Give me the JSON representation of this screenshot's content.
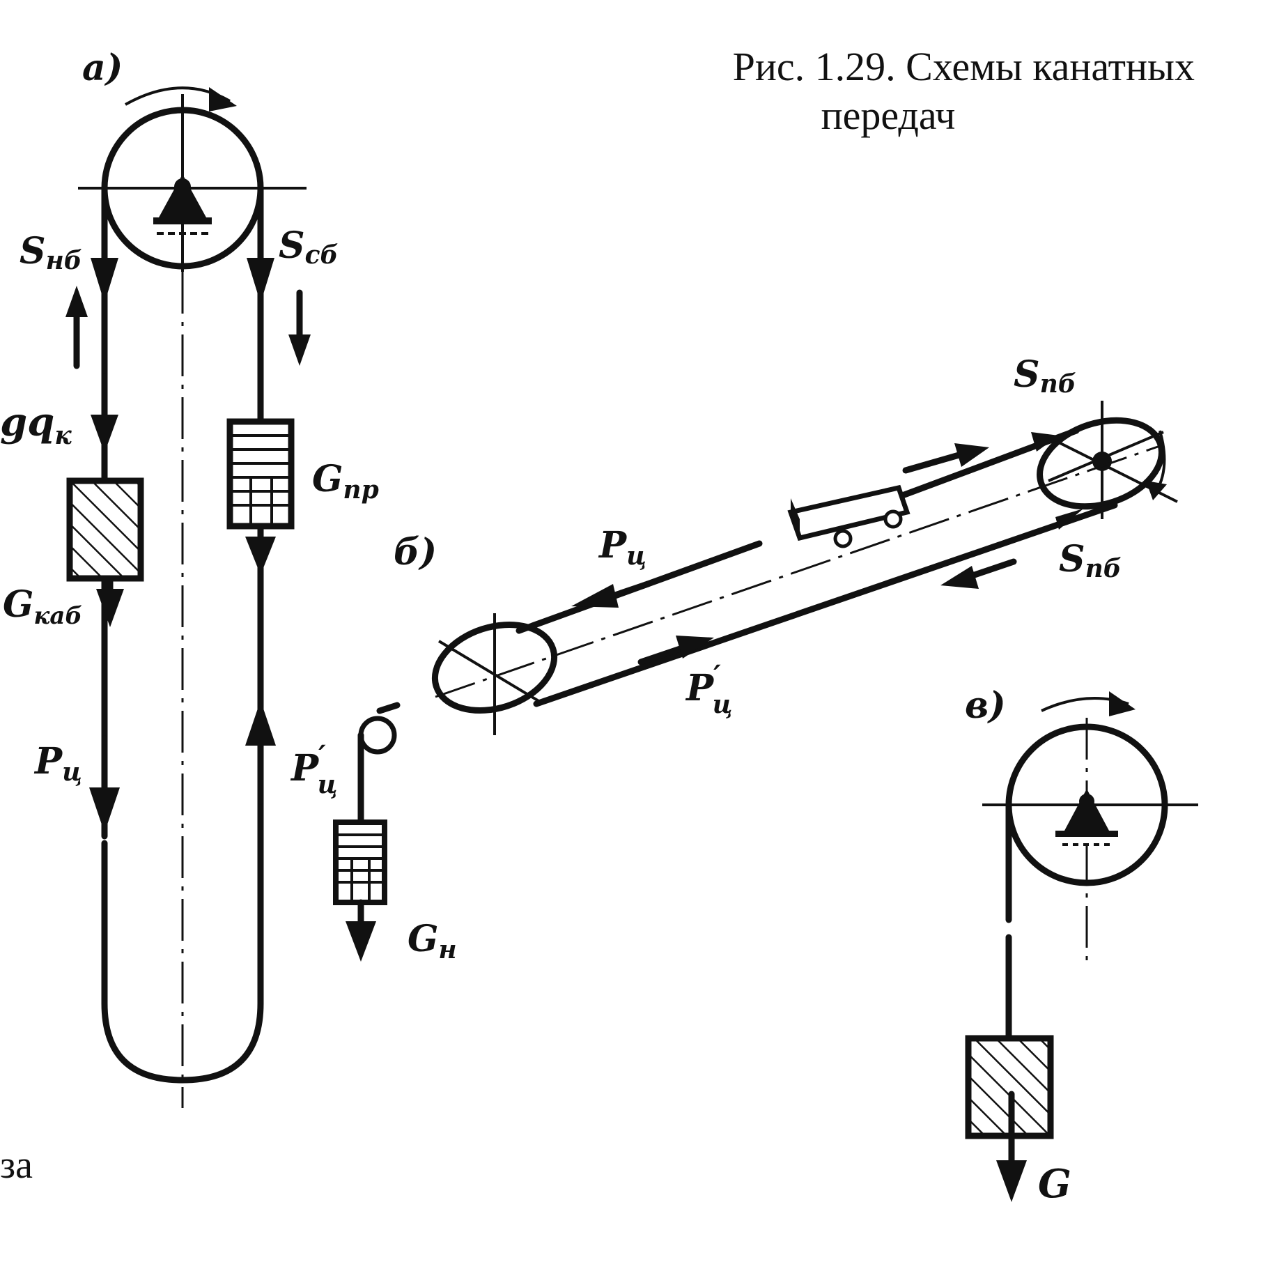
{
  "caption": {
    "line1": "Рис. 1.29. Схемы канатных",
    "line2": "передач"
  },
  "fragment_text": "за",
  "panels": {
    "a": {
      "tag": "а)",
      "labels": {
        "s_nb": "S",
        "s_nb_sub": "нб",
        "s_sb": "S",
        "s_sb_sub": "сб",
        "gq": "gq",
        "gq_sub": "к",
        "g_kab": "G",
        "g_kab_sub": "каб",
        "g_pr": "G",
        "g_pr_sub": "пр",
        "p_c": "P",
        "p_c_sub": "ц",
        "p_c2": "P",
        "p_c2_prime": "′",
        "p_c2_sub": "ц"
      }
    },
    "b": {
      "tag": "б)",
      "labels": {
        "s_pb_top": "S",
        "s_pb_top_sub": "пб",
        "s_pb_bot": "S",
        "s_pb_bot_sub": "пб",
        "p_c": "P",
        "p_c_sub": "ц",
        "p_c2": "P",
        "p_c2_prime": "′",
        "p_c2_sub": "ц",
        "g_n": "G",
        "g_n_sub": "н"
      }
    },
    "v": {
      "tag": "в)",
      "labels": {
        "g": "G"
      }
    }
  }
}
